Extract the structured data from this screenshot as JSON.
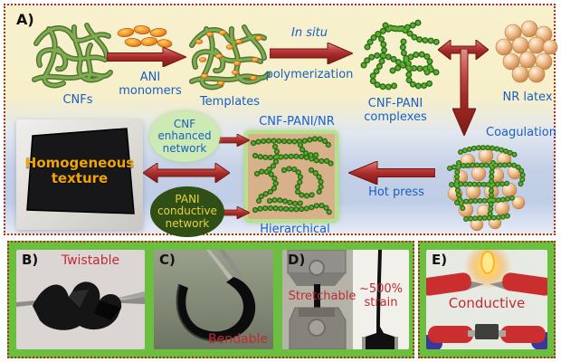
{
  "panel_a": {
    "tag": "A)",
    "cnfs_label": "CNFs",
    "ani_line1": "ANI",
    "ani_line2": "monomers",
    "templates_label": "Templates",
    "in_situ": "In situ",
    "polymerization": "polymerization",
    "complexes_line1": "CNF-PANI",
    "complexes_line2": "complexes",
    "nr_latex_label": "NR latex",
    "coagulation_label": "Coagulation",
    "hot_press_label": "Hot press",
    "composite_label": "CNF-PANI/NR",
    "hierarchical_label": "Hierarchical",
    "cnf_bubble_line1": "CNF",
    "cnf_bubble_line2": "enhanced",
    "cnf_bubble_line3": "network",
    "pani_bubble_line1": "PANI",
    "pani_bubble_line2": "conductive",
    "pani_bubble_line3": "network",
    "texture_line1": "Homogeneous",
    "texture_line2": "texture"
  },
  "panel_b": {
    "tag": "B)",
    "caption": "Twistable"
  },
  "panel_c": {
    "tag": "C)",
    "caption": "Bendable"
  },
  "panel_d": {
    "tag": "D)",
    "caption": "Stretchable",
    "strain_line1": "~500%",
    "strain_line2": "strain"
  },
  "panel_e": {
    "tag": "E)",
    "caption": "Conductive"
  },
  "colors": {
    "label_blue": "#1a5fc4",
    "caption_red": "#c22b35",
    "arrow_red": "#a52a27",
    "panel_green": "#6cbe40",
    "border_red": "#a63022",
    "texture_yellow": "#f0a500",
    "cnf_bubble_green": "#cdeab4",
    "pani_bubble_green": "#2f4f17"
  }
}
